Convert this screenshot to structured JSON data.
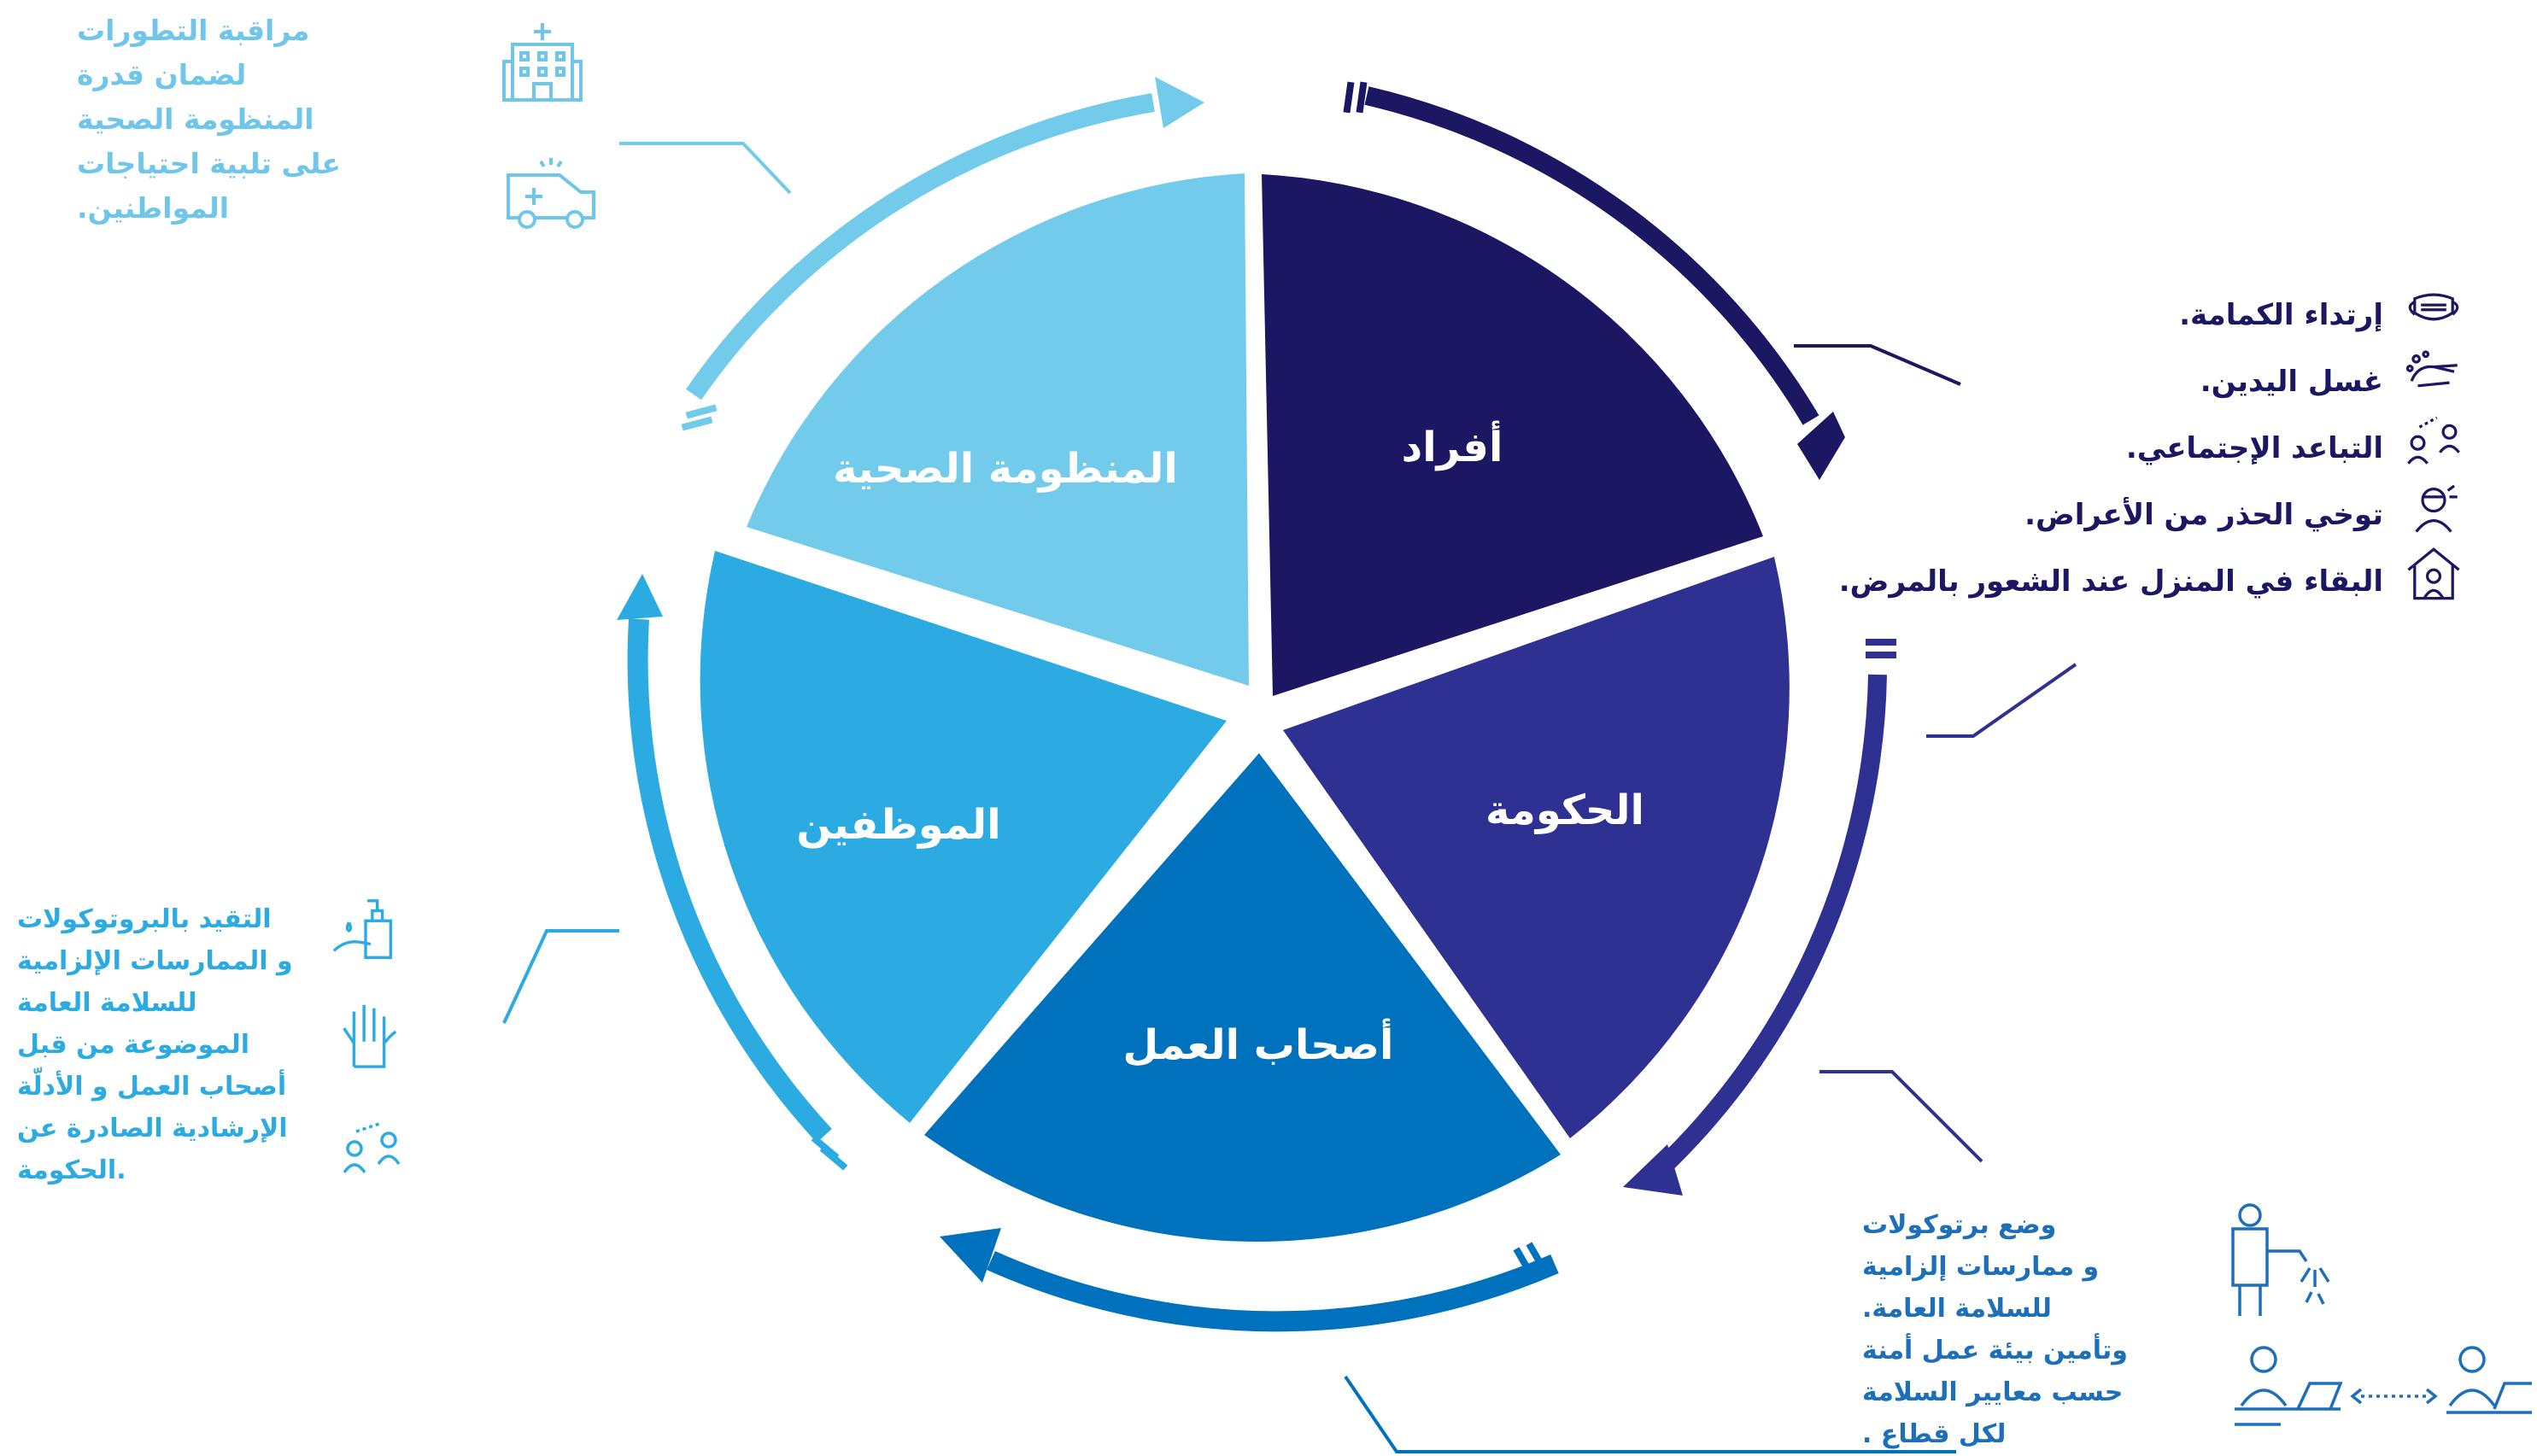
{
  "colors": {
    "individuals": "#1b1763",
    "government": "#2e3192",
    "employers": "#0071bc",
    "employees": "#2cabe2",
    "health_system": "#73cbec"
  },
  "segments": [
    {
      "key": "individuals",
      "label": "أفراد"
    },
    {
      "key": "government",
      "label": "الحكومة"
    },
    {
      "key": "employers",
      "label": "أصحاب العمل"
    },
    {
      "key": "employees",
      "label": "الموظفين"
    },
    {
      "key": "health_system",
      "label": "المنظومة الصحية"
    }
  ],
  "health_system_note": {
    "lines": [
      "مراقبة التطورات",
      "لضمان قدرة",
      "المنظومة الصحية",
      "على تلبية احتياجات",
      "المواطنين."
    ],
    "icons": [
      "hospital-icon",
      "ambulance-icon"
    ]
  },
  "individuals_actions": [
    {
      "text": "إرتداء الكمامة.",
      "icon": "face-mask-icon"
    },
    {
      "text": "غسل اليدين.",
      "icon": "hand-washing-icon"
    },
    {
      "text": "التباعد الإجتماعي.",
      "icon": "social-distancing-icon"
    },
    {
      "text": "توخي الحذر من الأعراض.",
      "icon": "symptoms-icon"
    },
    {
      "text": "البقاء في المنزل عند الشعور بالمرض.",
      "icon": "stay-home-icon"
    }
  ],
  "employees_note": {
    "lines": [
      "التقيد بالبروتوكولات",
      "و الممارسات الإلزامية",
      "للسلامة العامة",
      "الموضوعة من قبل",
      "أصحاب العمل و الأدلّة",
      "الإرشادية الصادرة عن",
      ".الحكومة"
    ],
    "icons": [
      "hand-sanitizer-icon",
      "gloves-icon",
      "social-distancing-icon"
    ]
  },
  "employers_note": {
    "lines": [
      "وضع برتوكولات",
      "و ممارسات إلزامية",
      "للسلامة العامة.",
      "وتأمين بيئة عمل أمنة",
      "حسب معايير السلامة",
      "لكل قطاع ."
    ],
    "icons": [
      "disinfection-worker-icon",
      "office-distancing-icon"
    ]
  }
}
